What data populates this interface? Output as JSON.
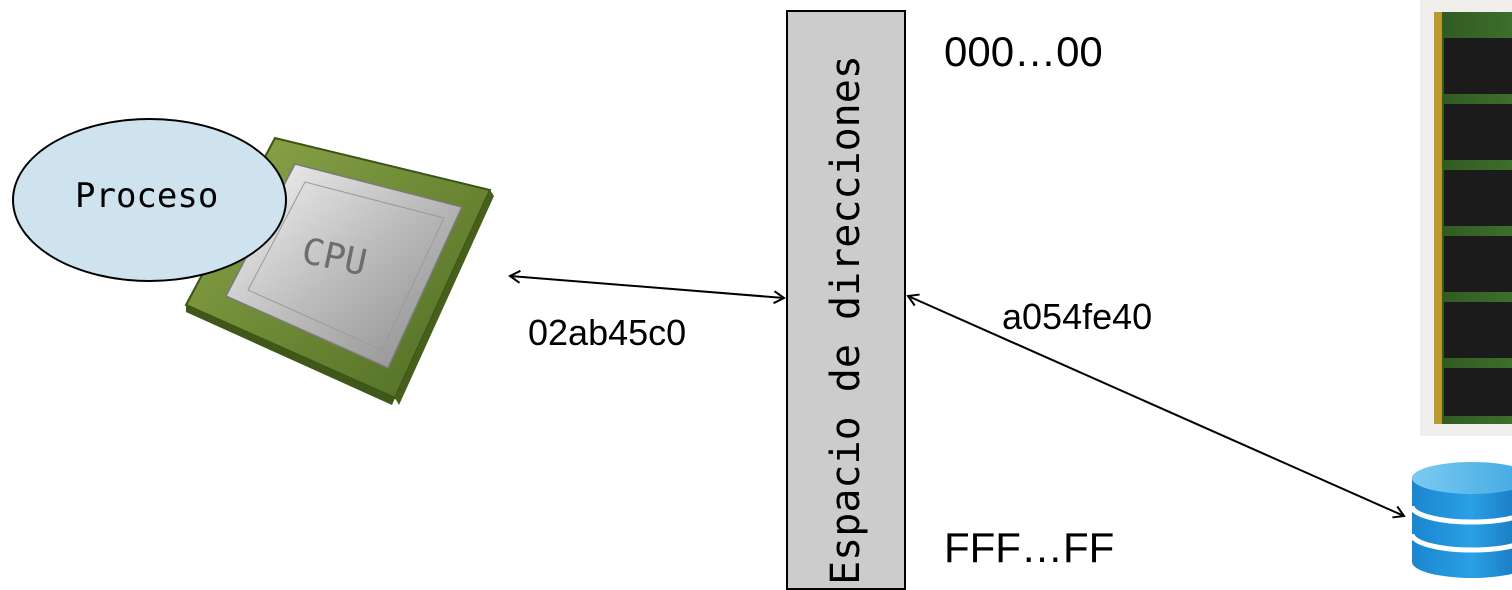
{
  "process": {
    "label": "Proceso"
  },
  "cpu": {
    "chip_label": "CPU"
  },
  "address_space": {
    "title": "Espacio de direcciones",
    "top_address": "000…00",
    "bottom_address": "FFF…FF"
  },
  "cpu_to_space_address": "02ab45c0",
  "space_to_storage_address": "a054fe40",
  "icons": [
    "cpu-chip-icon",
    "ram-module-icon",
    "database-icon"
  ]
}
